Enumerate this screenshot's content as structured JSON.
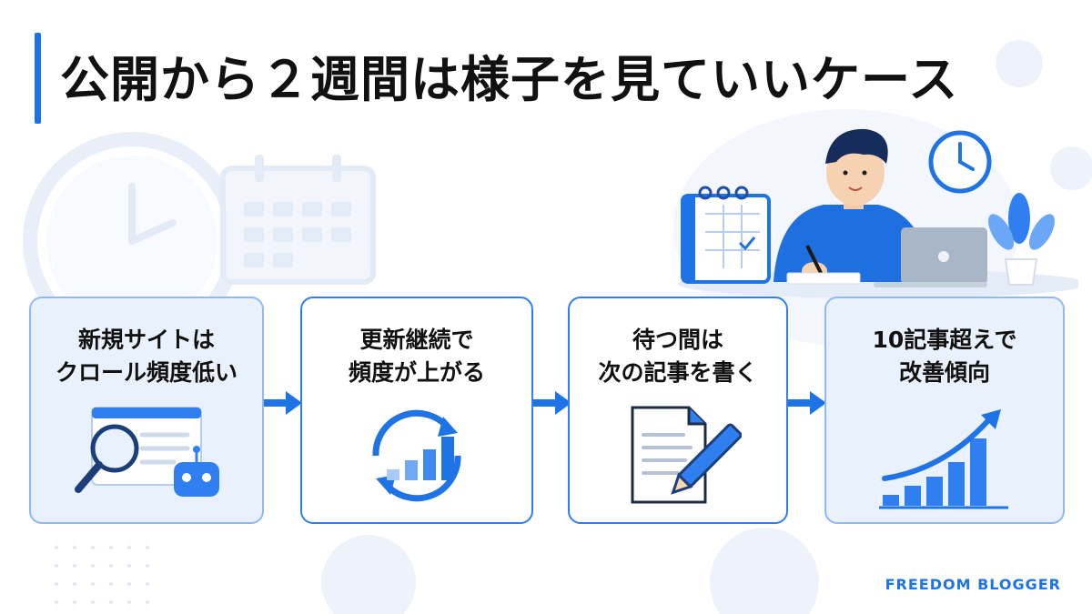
{
  "title": "公開から２週間は様子を見ていいケース",
  "steps": [
    {
      "line1": "新規サイトは",
      "line2": "クロール頻度低い",
      "icon": "crawler-search-icon"
    },
    {
      "line1": "更新継続で",
      "line2": "頻度が上がる",
      "icon": "refresh-chart-icon"
    },
    {
      "line1": "待つ間は",
      "line2": "次の記事を書く",
      "icon": "document-pencil-icon"
    },
    {
      "line1": "10記事超えで",
      "line2": "改善傾向",
      "icon": "growth-chart-icon"
    }
  ],
  "brand": "FREEDOM BLOGGER",
  "colors": {
    "accent": "#1e74e6",
    "card_tint": "#e9f1fd",
    "text": "#111111"
  }
}
